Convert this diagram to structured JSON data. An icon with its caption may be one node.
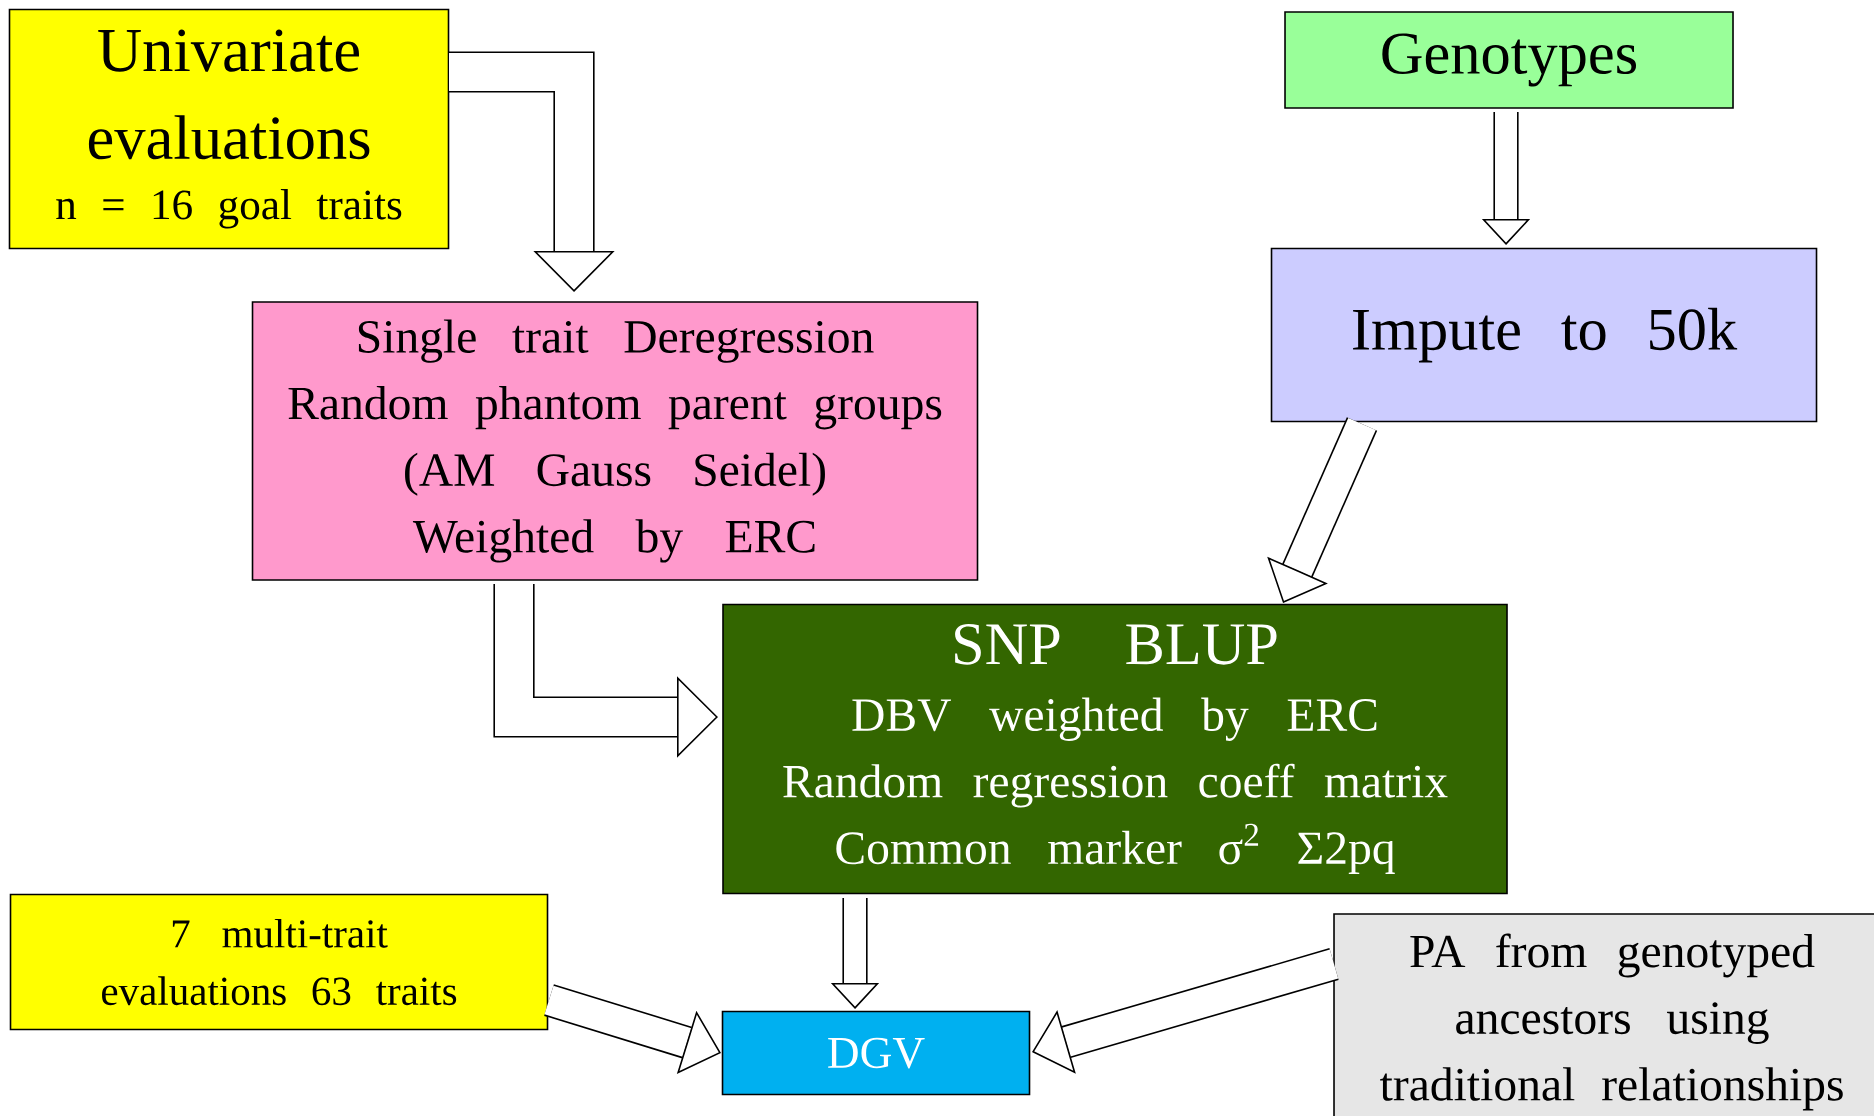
{
  "diagram": {
    "nodes": [
      {
        "text": [
          "Univariate evaluations",
          "n = 16 goal traits"
        ]
      },
      {
        "text": [
          "Genotypes"
        ]
      },
      {
        "text": [
          "Single trait Deregression",
          "Random phantom parent groups",
          "(AM Gauss Seidel)",
          "Weighted by ERC"
        ]
      },
      {
        "text": [
          "Impute to 50k"
        ]
      },
      {
        "text": [
          "SNP BLUP",
          "DBV weighted by ERC",
          "Random regression  coeff matrix",
          "Common marker σ$^{2}$ Σ2pq"
        ]
      },
      {
        "text": [
          "7 multi-trait evaluations 63 traits"
        ]
      },
      {
        "text": [
          "DGV"
        ]
      },
      {
        "text": [
          "PA from genotyped ancestors using traditional relationships"
        ]
      }
    ],
    "edges": [
      {
        "from": 0,
        "to": 2,
        "arrow": "to"
      },
      {
        "from": 1,
        "to": 3,
        "arrow": "to"
      },
      {
        "from": 3,
        "to": 4,
        "arrow": "to"
      },
      {
        "from": 2,
        "to": 4,
        "arrow": "to"
      },
      {
        "from": 4,
        "to": 6,
        "arrow": "to"
      },
      {
        "from": 5,
        "to": 6,
        "arrow": "to"
      },
      {
        "from": 7,
        "to": 6,
        "arrow": "to"
      }
    ]
  }
}
